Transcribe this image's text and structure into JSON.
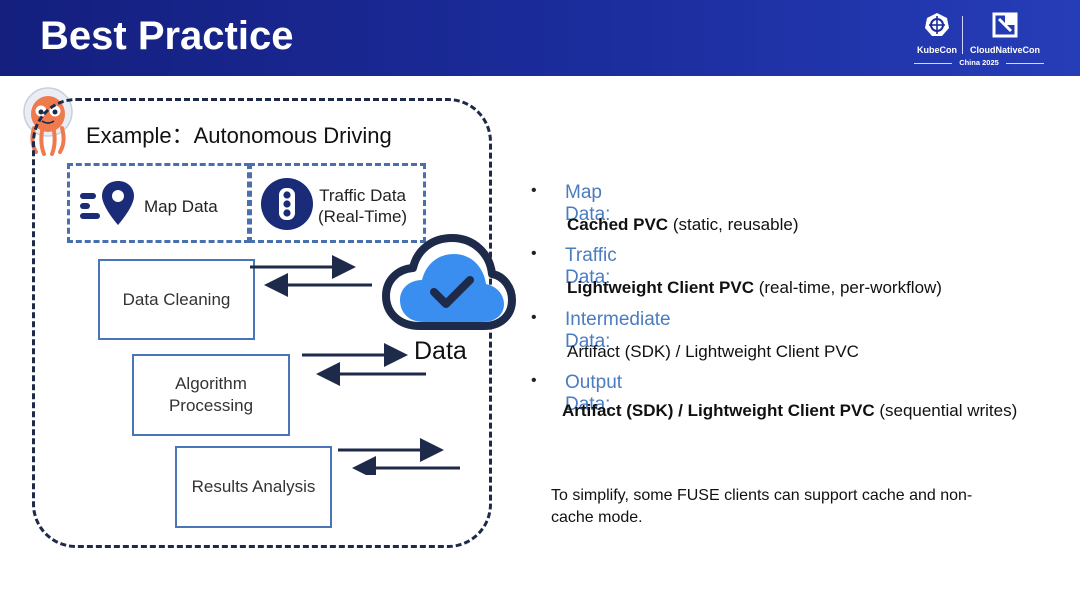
{
  "slide": {
    "title": "Best Practice",
    "logo": {
      "left": "KubeCon",
      "right": "CloudNativeCon",
      "sub": "China 2025"
    }
  },
  "diagram": {
    "example_label": "Example：Autonomous Driving",
    "sources": {
      "map": "Map Data",
      "traffic_line1": "Traffic Data",
      "traffic_line2": "(Real-Time)"
    },
    "steps": {
      "cleaning": "Data Cleaning",
      "algo_line1": "Algorithm",
      "algo_line2": "Processing",
      "results": "Results Analysis"
    },
    "storage_label": "Data"
  },
  "bullets": [
    {
      "head": "Map Data:",
      "desc_bold": "Cached PVC",
      "desc_rest": " (static, reusable)"
    },
    {
      "head": "Traffic Data:",
      "desc_bold": "Lightweight Client PVC",
      "desc_rest": " (real-time, per-workflow)"
    },
    {
      "head": "Intermediate Data:",
      "desc_bold": "",
      "desc_rest": "Artifact (SDK) / Lightweight Client PVC"
    },
    {
      "head": "Output Data:",
      "desc_bold": "Artifact (SDK) / Lightweight Client PVC",
      "desc_rest": " (sequential writes)"
    }
  ],
  "bullet_marker": "•",
  "note": "To simplify, some FUSE clients can support cache and non-cache mode.",
  "colors": {
    "header": "#1b2c9c",
    "accent_blue": "#4a7cc0",
    "cloud_blue": "#3a8ef0",
    "dark_navy": "#1e2a4a"
  }
}
